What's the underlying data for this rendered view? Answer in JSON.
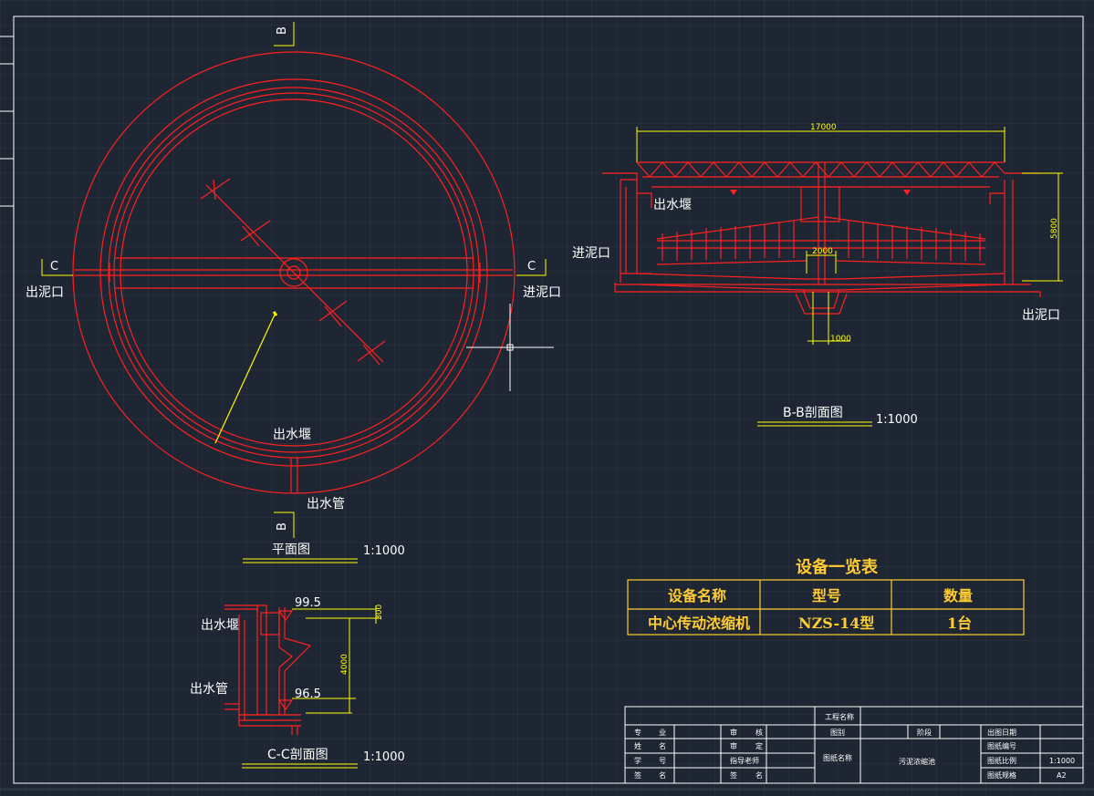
{
  "labels": {
    "plan_title": "平面图",
    "plan_scale": "1:1000",
    "bb_title": "B-B剖面图",
    "bb_scale": "1:1000",
    "cc_title": "C-C剖面图",
    "cc_scale": "1:1000",
    "section_b_top": "B",
    "section_b_bottom": "B",
    "section_c_left": "C",
    "section_c_right": "C",
    "outlet_sludge_left": "出泥口",
    "inlet_sludge_right": "进泥口",
    "weir_plan": "出水堰",
    "pipe_plan": "出水管",
    "bb_weir": "出水堰",
    "bb_inlet": "进泥口",
    "bb_outlet": "出泥口",
    "bb_dim_width": "17000",
    "bb_dim_height": "5800",
    "bb_dim_center": "2000",
    "bb_dim_bottom": "1000",
    "cc_weir": "出水堰",
    "cc_pipe": "出水管",
    "cc_level_top": "99.5",
    "cc_level_bottom": "96.5",
    "cc_dim_small": "300",
    "cc_dim_height": "4000"
  },
  "equipment": {
    "title": "设备一览表",
    "headers": [
      "设备名称",
      "型号",
      "数量"
    ],
    "rows": [
      [
        "中心传动浓缩机",
        "NZS-14型",
        "1台"
      ]
    ]
  },
  "title_block": {
    "project_name_label": "工程名称",
    "drawing_label": "图别",
    "stage_label": "阶段",
    "date_label": "出图日期",
    "drawing_no_label": "图纸编号",
    "scale_label": "图纸比例",
    "size_label": "图纸规格",
    "drawing_name_label": "图纸名称",
    "drawing_name": "污泥浓缩池",
    "scale_value": "1:1000",
    "size_value": "A2",
    "left_rows": [
      [
        "专",
        "业"
      ],
      [
        "姓",
        "名"
      ],
      [
        "学",
        "号"
      ],
      [
        "签",
        "名"
      ]
    ],
    "mid_rows": [
      [
        "审",
        "核"
      ],
      [
        "审",
        "定"
      ],
      [
        "指导老师",
        ""
      ],
      [
        "签",
        "名"
      ]
    ]
  }
}
